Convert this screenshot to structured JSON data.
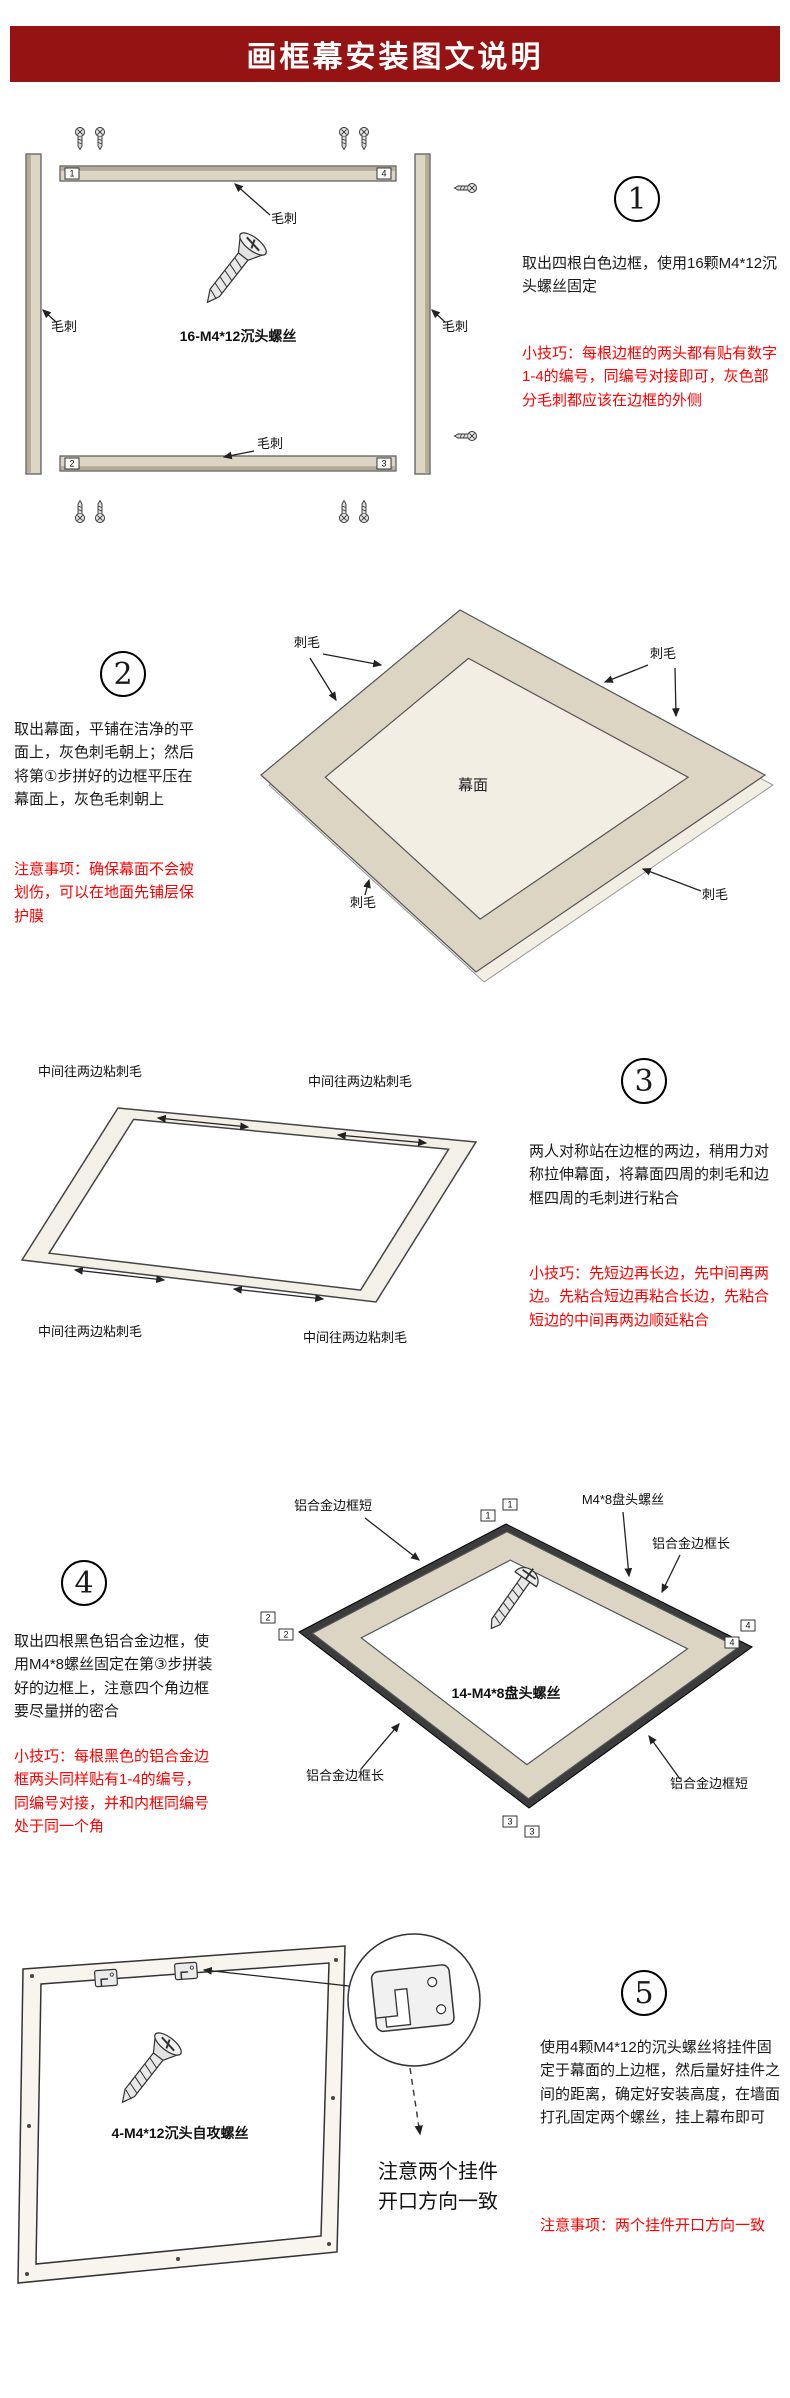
{
  "page": {
    "title": "画框幕安装图文说明"
  },
  "colors": {
    "header_bg": "#961313",
    "tip_red": "#ff0000",
    "body_text": "#1a1a1a",
    "frame_beige": "#ddd5c3",
    "frame_gray_strip": "#b3aa97"
  },
  "step1": {
    "number": "1",
    "body": "取出四根白色边框，使用16颗M4*12沉头螺丝固定",
    "tip": "小技巧：每根边框的两头都有贴有数字1-4的编号，同编号对接即可，灰色部分毛刺都应该在边框的外侧",
    "burr_label": "毛刺",
    "screw_label": "16-M4*12沉头螺丝",
    "corner_tl": "1",
    "corner_tr": "4",
    "corner_bl": "2",
    "corner_br": "3"
  },
  "step2": {
    "number": "2",
    "body": "取出幕面，平铺在洁净的平面上，灰色刺毛朝上；然后将第①步拼好的边框平压在幕面上，灰色毛刺朝上",
    "note": "注意事项：确保幕面不会被划伤，可以在地面先铺层保护膜",
    "pile_label": "刺毛",
    "screen_label": "幕面"
  },
  "step3": {
    "number": "3",
    "body": "两人对称站在边框的两边，稍用力对称拉伸幕面，将幕面四周的刺毛和边框四周的毛刺进行粘合",
    "tip": "小技巧：先短边再长边，先中间再两边。先粘合短边再粘合长边，先粘合短边的中间再两边顺延粘合",
    "edge_label": "中间往两边粘刺毛"
  },
  "step4": {
    "number": "4",
    "body": "取出四根黑色铝合金边框，使用M4*8螺丝固定在第③步拼装好的边框上，注意四个角边框要尽量拼的密合",
    "tip": "小技巧：每根黑色的铝合金边框两头同样贴有1-4的编号，同编号对接，并和内框同编号处于同一个角",
    "short_label": "铝合金边框短",
    "long_label": "铝合金边框长",
    "small_screw_label": "M4*8盘头螺丝",
    "big_screw_label": "14-M4*8盘头螺丝",
    "corner_top": "1",
    "corner_left": "2",
    "corner_bottom": "3",
    "corner_right": "4"
  },
  "step5": {
    "number": "5",
    "body": "使用4颗M4*12的沉头螺丝将挂件固定于幕面的上边框，然后量好挂件之间的距离，确定好安装高度，在墙面打孔固定两个螺丝，挂上幕布即可",
    "note": "注意事项：两个挂件开口方向一致",
    "screw_label": "4-M4*12沉头自攻螺丝",
    "hanger_note_line1": "注意两个挂件",
    "hanger_note_line2": "开口方向一致"
  }
}
